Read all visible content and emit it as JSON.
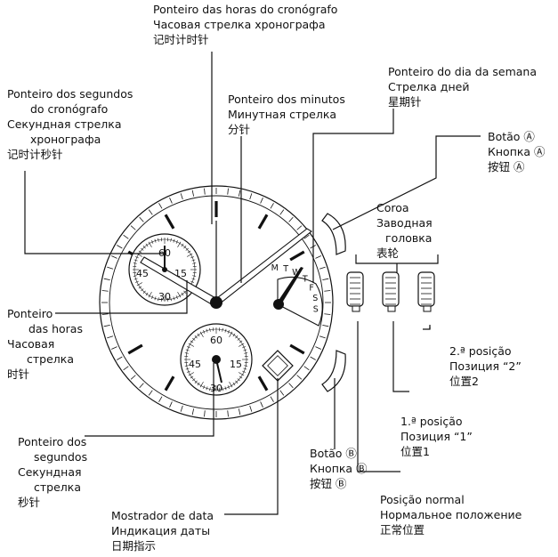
{
  "labels": {
    "chrono_hour_hand": [
      "Ponteiro das horas do cronógrafo",
      "Часовая стрелка хронографа",
      "记时计时针"
    ],
    "chrono_second_hand": [
      "Ponteiro dos segundos",
      "do cronógrafo",
      "Секундная стрелка",
      "хронографа",
      "记时计秒针"
    ],
    "minute_hand": [
      "Ponteiro dos minutos",
      "Минутная стрелка",
      "分针"
    ],
    "day_hand": [
      "Ponteiro do dia da semana",
      "Стрелка  дней",
      "星期针"
    ],
    "button_a": [
      "Botão Ⓐ",
      "Кнопка Ⓐ",
      "按钮 Ⓐ"
    ],
    "crown": [
      "Coroa",
      "Заводная",
      "головка",
      "表轮"
    ],
    "hour_hand": [
      "Ponteiro",
      "das horas",
      "Часовая",
      "стрелка",
      "时针"
    ],
    "position_2": [
      "2.ª posição",
      "Позиция “2”",
      "位置2"
    ],
    "position_1": [
      "1.ª posição",
      "Позиция “1”",
      "位置1"
    ],
    "seconds_hand": [
      "Ponteiro dos",
      "segundos",
      "Секундная",
      "стрелка",
      "秒针"
    ],
    "button_b": [
      "Botão Ⓑ",
      "Кнопка Ⓑ",
      "按钮 Ⓑ"
    ],
    "normal_position": [
      "Posição normal",
      "Нормальное положение",
      "正常位置"
    ],
    "date_display": [
      "Mostrador de data",
      "Индикация даты",
      "日期指示"
    ]
  },
  "dial": {
    "minute_subdial_numbers": [
      "60",
      "15",
      "30",
      "45"
    ],
    "seconds_subdial_numbers": [
      "60",
      "15",
      "30",
      "45"
    ],
    "day_letters": [
      "M",
      "T",
      "W",
      "T",
      "F",
      "S",
      "S"
    ]
  }
}
